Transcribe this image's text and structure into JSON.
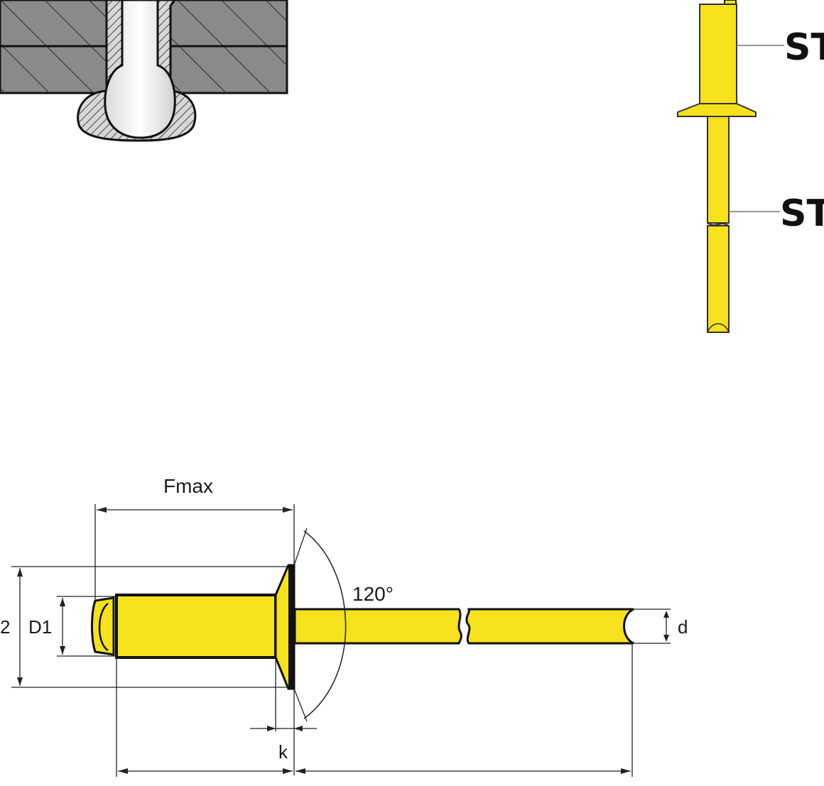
{
  "callouts": {
    "upper": "ST",
    "lower": "ST"
  },
  "dimensions": {
    "fmax": "Fmax",
    "angle": "120°",
    "d1": "D1",
    "d2_partial": "2",
    "d": "d",
    "k": "k"
  },
  "colors": {
    "rivet_yellow": "#f5e11c",
    "plate_gray": "#8c8c8c",
    "outline": "#111111"
  }
}
